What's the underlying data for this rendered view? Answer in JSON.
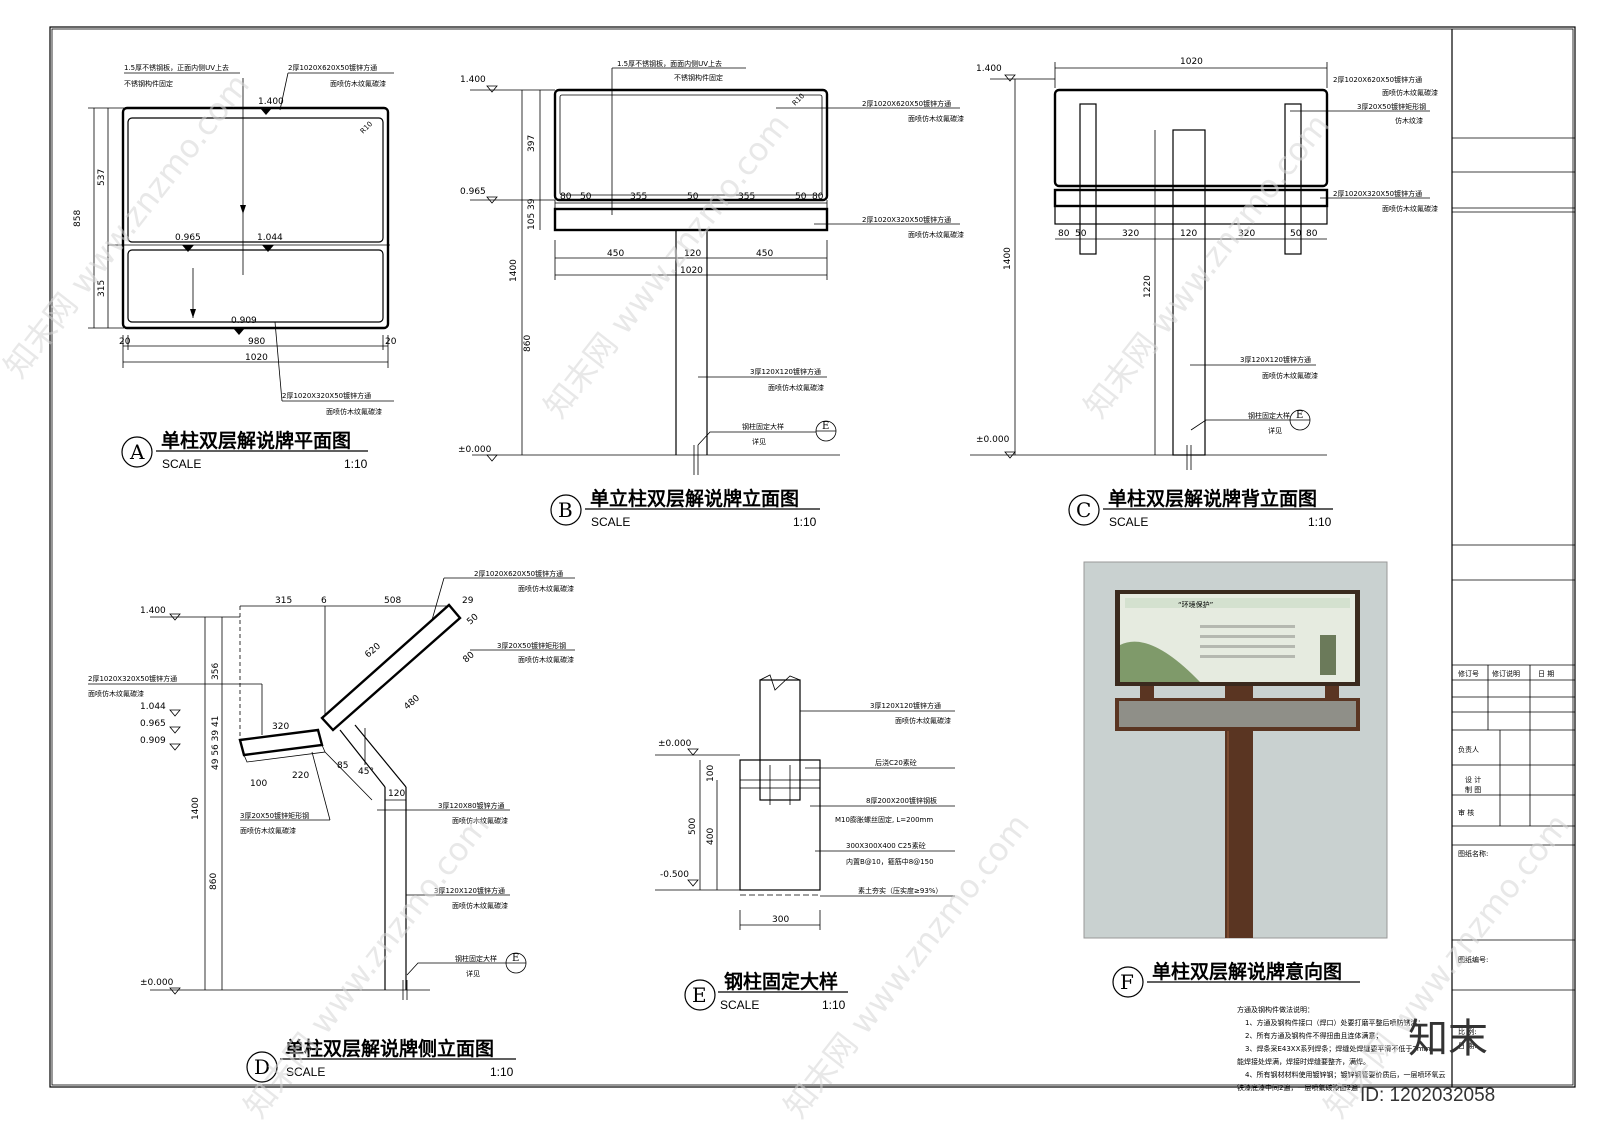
{
  "views": {
    "A": {
      "letter": "A",
      "title": "单柱双层解说牌平面图",
      "scale_label": "SCALE",
      "scale_value": "1:10"
    },
    "B": {
      "letter": "B",
      "title": "单立柱双层解说牌立面图",
      "scale_label": "SCALE",
      "scale_value": "1:10"
    },
    "C": {
      "letter": "C",
      "title": "单柱双层解说牌背立面图",
      "scale_label": "SCALE",
      "scale_value": "1:10"
    },
    "D": {
      "letter": "D",
      "title": "单柱双层解说牌侧立面图",
      "scale_label": "SCALE",
      "scale_value": "1:10"
    },
    "E": {
      "letter": "E",
      "title": "钢柱固定大样",
      "scale_label": "SCALE",
      "scale_value": "1:10"
    },
    "F": {
      "letter": "F",
      "title": "单柱双层解说牌意向图"
    }
  },
  "viewA": {
    "note_top_1": "1.5厚不锈钢板，正面内侧UV上去",
    "note_top_2": "不锈钢构件固定",
    "note_upper": "2厚1020X620X50镀锌方通",
    "note_upper_2": "面喷仿木纹氟碳漆",
    "note_lower": "2厚1020X320X50镀锌方通",
    "note_lower_2": "面喷仿木纹氟碳漆",
    "level_top": "1.400",
    "level_mid_a": "0.965",
    "level_mid_b": "1.044",
    "level_low": "0.909",
    "radius": "R10",
    "dim_858": "858",
    "dim_537": "537",
    "dim_315": "315",
    "dim_20a": "20",
    "dim_980": "980",
    "dim_20b": "20",
    "dim_1020": "1020"
  },
  "viewB": {
    "level_top": "1.400",
    "level_mid": "0.965",
    "level_zero": "±0.000",
    "note_top_1": "1.5厚不锈钢板，面面内侧UV上去",
    "note_top_2": "不锈钢构件固定",
    "note_upper": "2厚1020X620X50镀锌方通",
    "note_upper_2": "面喷仿木纹氟碳漆",
    "note_lower": "2厚1020X320X50镀锌方通",
    "note_lower_2": "面喷仿木纹氟碳漆",
    "note_post": "3厚120X120镀锌方通",
    "note_post_2": "面喷仿木纹氟碳漆",
    "note_detail": "钢柱固定大样",
    "note_detail_2": "详见",
    "radius": "R10",
    "dim_397": "397",
    "dim_39": "39",
    "dim_105": "105",
    "dim_1400": "1400",
    "dim_860": "860",
    "row_dims": [
      "80",
      "50",
      "355",
      "50",
      "355",
      "50",
      "80"
    ],
    "dim_450a": "450",
    "dim_120": "120",
    "dim_450b": "450",
    "dim_1020": "1020"
  },
  "viewC": {
    "level_top": "1.400",
    "level_zero": "±0.000",
    "dim_1020": "1020",
    "note_upper": "2厚1020X620X50镀锌方通",
    "note_upper_2": "面喷仿木纹氟碳漆",
    "note_rect": "3厚20X50镀锌矩形钢",
    "note_rect_2": "仿木纹漆",
    "note_lower": "2厚1020X320X50镀锌方通",
    "note_lower_2": "面喷仿木纹氟碳漆",
    "note_post": "3厚120X120镀锌方通",
    "note_post_2": "面喷仿木纹氟碳漆",
    "note_detail": "钢柱固定大样",
    "note_detail_2": "详见",
    "row_dims": [
      "80",
      "50",
      "320",
      "120",
      "320",
      "50",
      "80"
    ],
    "dim_1400": "1400",
    "dim_1220": "1220"
  },
  "viewD": {
    "level_top": "1.400",
    "level_a": "1.044",
    "level_b": "0.965",
    "level_c": "0.909",
    "level_zero": "±0.000",
    "note_upper": "2厚1020X620X50镀锌方通",
    "note_upper_2": "面喷仿木纹氟碳漆",
    "note_rect": "3厚20X50镀锌矩形钢",
    "note_rect_2": "面喷仿木纹氟碳漆",
    "note_lower": "2厚1020X320X50镀锌方通",
    "note_lower_2": "面喷仿木纹氟碳漆",
    "note_rect_b": "3厚20X50镀锌矩形钢",
    "note_rect_b_2": "面喷仿木纹氟碳漆",
    "note_120x80": "3厚120X80镀锌方通",
    "note_120x80_2": "面喷仿木纹氟碳漆",
    "note_post": "3厚120X120镀锌方通",
    "note_post_2": "面喷仿木纹氟碳漆",
    "note_detail": "钢柱固定大样",
    "note_detail_2": "详见",
    "dim_315": "315",
    "dim_6": "6",
    "dim_508": "508",
    "dim_29": "29",
    "dim_620": "620",
    "dim_50": "50",
    "dim_80": "80",
    "dim_480": "480",
    "dim_320": "320",
    "dim_100": "100",
    "dim_220": "220",
    "dim_85": "85",
    "dim_45": "45°",
    "dim_120": "120",
    "dim_356": "356",
    "dim_stack": "49 56 39 41",
    "dim_1400": "1400",
    "dim_860": "860"
  },
  "viewE": {
    "level_zero": "±0.000",
    "level_low": "-0.500",
    "note_post": "3厚120X120镀锌方通",
    "note_post_2": "面喷仿木纹氟碳漆",
    "note_concrete": "后浇C20素砼",
    "note_plate": "8厚200X200镀锌钢板",
    "note_bolt": "M10膨胀螺丝固定, L=200mm",
    "note_base": "300X300X400  C25素砼",
    "note_rebar": "内置B@10，箍筋中8@150",
    "note_soil": "素土夯实（压实度≥93%）",
    "dim_100": "100",
    "dim_500": "500",
    "dim_400": "400",
    "dim_300": "300"
  },
  "notes": {
    "heading": "方通及钢构件做法说明：",
    "lines": [
      "1、方通及钢构件接口（焊口）处要打磨平整后喷防锈漆；",
      "2、所有方通及钢构件不得扭曲且连体满意；",
      "3、焊条采E43XX系列焊条；焊缝处焊缝要平滑不低于2mm，",
      "能焊接处焊满，焊接时焊缝要整齐，满焊。",
      "4、所有钢材材料使用镀锌钢；镀锌钢管要价质后，一层喷环氧云",
      "铁漆底漆中间2遍，一层喷氟碳漆面2遍"
    ]
  },
  "titleblock": {
    "rev_no": "修订号",
    "rev_desc": "修订说明",
    "date": "日 期",
    "owner": "负责人",
    "design": "设 计",
    "draw": "制 图",
    "check": "审 核",
    "project": "图纸名称:",
    "drawing_no": "图纸编号:",
    "scale": "比 例:",
    "date2": "日 期:"
  },
  "watermark": {
    "text": "知末网 www.znzmo.com",
    "brand": "知末",
    "id": "ID: 1202032058"
  },
  "photo": {
    "sign_heading": "“环境保护”"
  }
}
